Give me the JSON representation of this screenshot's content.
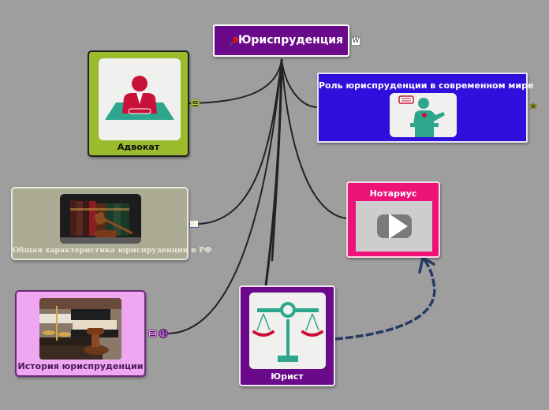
{
  "map": {
    "background": "#9e9e9e",
    "central": {
      "title": "Юриспруденция",
      "icon": "pushpin-icon",
      "marker": "wikipedia-icon",
      "marker_text": "W",
      "color": "#6a0a8a"
    },
    "topics": [
      {
        "id": "advokat",
        "title": "Адвокат",
        "image": "lawyer-at-desk-icon",
        "marker": "note-icon",
        "color": "#9cbb2c"
      },
      {
        "id": "role",
        "title": "Роль юриспруденции в современном мире",
        "image": "speaker-at-podium-icon",
        "marker": "emblem-icon",
        "color": "#2f0fdc"
      },
      {
        "id": "general",
        "title": "Общая характеристика юриспруденции в РФ",
        "image": "law-books-gavel-photo",
        "marker": "book-icon",
        "color": "#acac94"
      },
      {
        "id": "notarius",
        "title": "Нотариус",
        "image": "video-play-icon",
        "marker": "",
        "color": "#ec1277"
      },
      {
        "id": "history",
        "title": "История юриспруденции",
        "image": "scales-books-gavel-photo",
        "markers": [
          "note-icon",
          "globe-icon"
        ],
        "color": "#efa7f2"
      },
      {
        "id": "yurist",
        "title": "Юрист",
        "image": "scales-of-justice-icon",
        "marker": "",
        "color": "#6a0a8a"
      }
    ],
    "relationship": {
      "from": "Юрист",
      "to": "Нотариус",
      "style": "dashed-arrow",
      "color": "#263a63"
    }
  }
}
